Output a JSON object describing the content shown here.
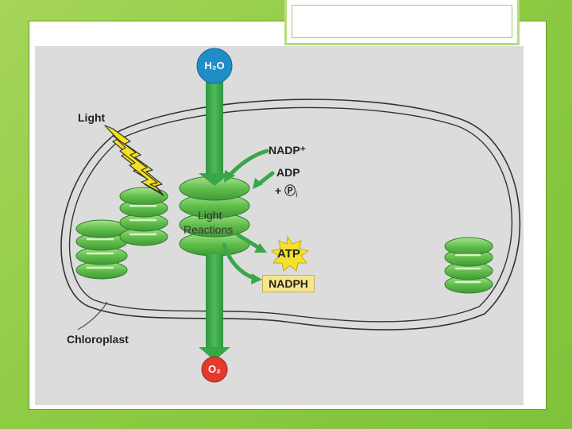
{
  "labels": {
    "water": "H₂O",
    "oxygen": "O₂",
    "light": "Light",
    "nadp_plus": "NADP⁺",
    "adp": "ADP",
    "plus_p": "+ Ⓟ",
    "pi_sub": "i",
    "light_reactions_line1": "Light",
    "light_reactions_line2": "Reactions",
    "atp": "ATP",
    "nadph": "NADPH",
    "chloroplast": "Chloroplast"
  },
  "colors": {
    "background_green": "#8fcb44",
    "flow_arrow_green": "#3aa64a",
    "water_circle_blue": "#1f8ec8",
    "oxygen_circle_red": "#e23a2e",
    "thylakoid_green": "#7ccf63",
    "lightning_yellow": "#f3e21d",
    "atp_burst": "#f6e12a",
    "nadph_box": "#f7e58a"
  }
}
